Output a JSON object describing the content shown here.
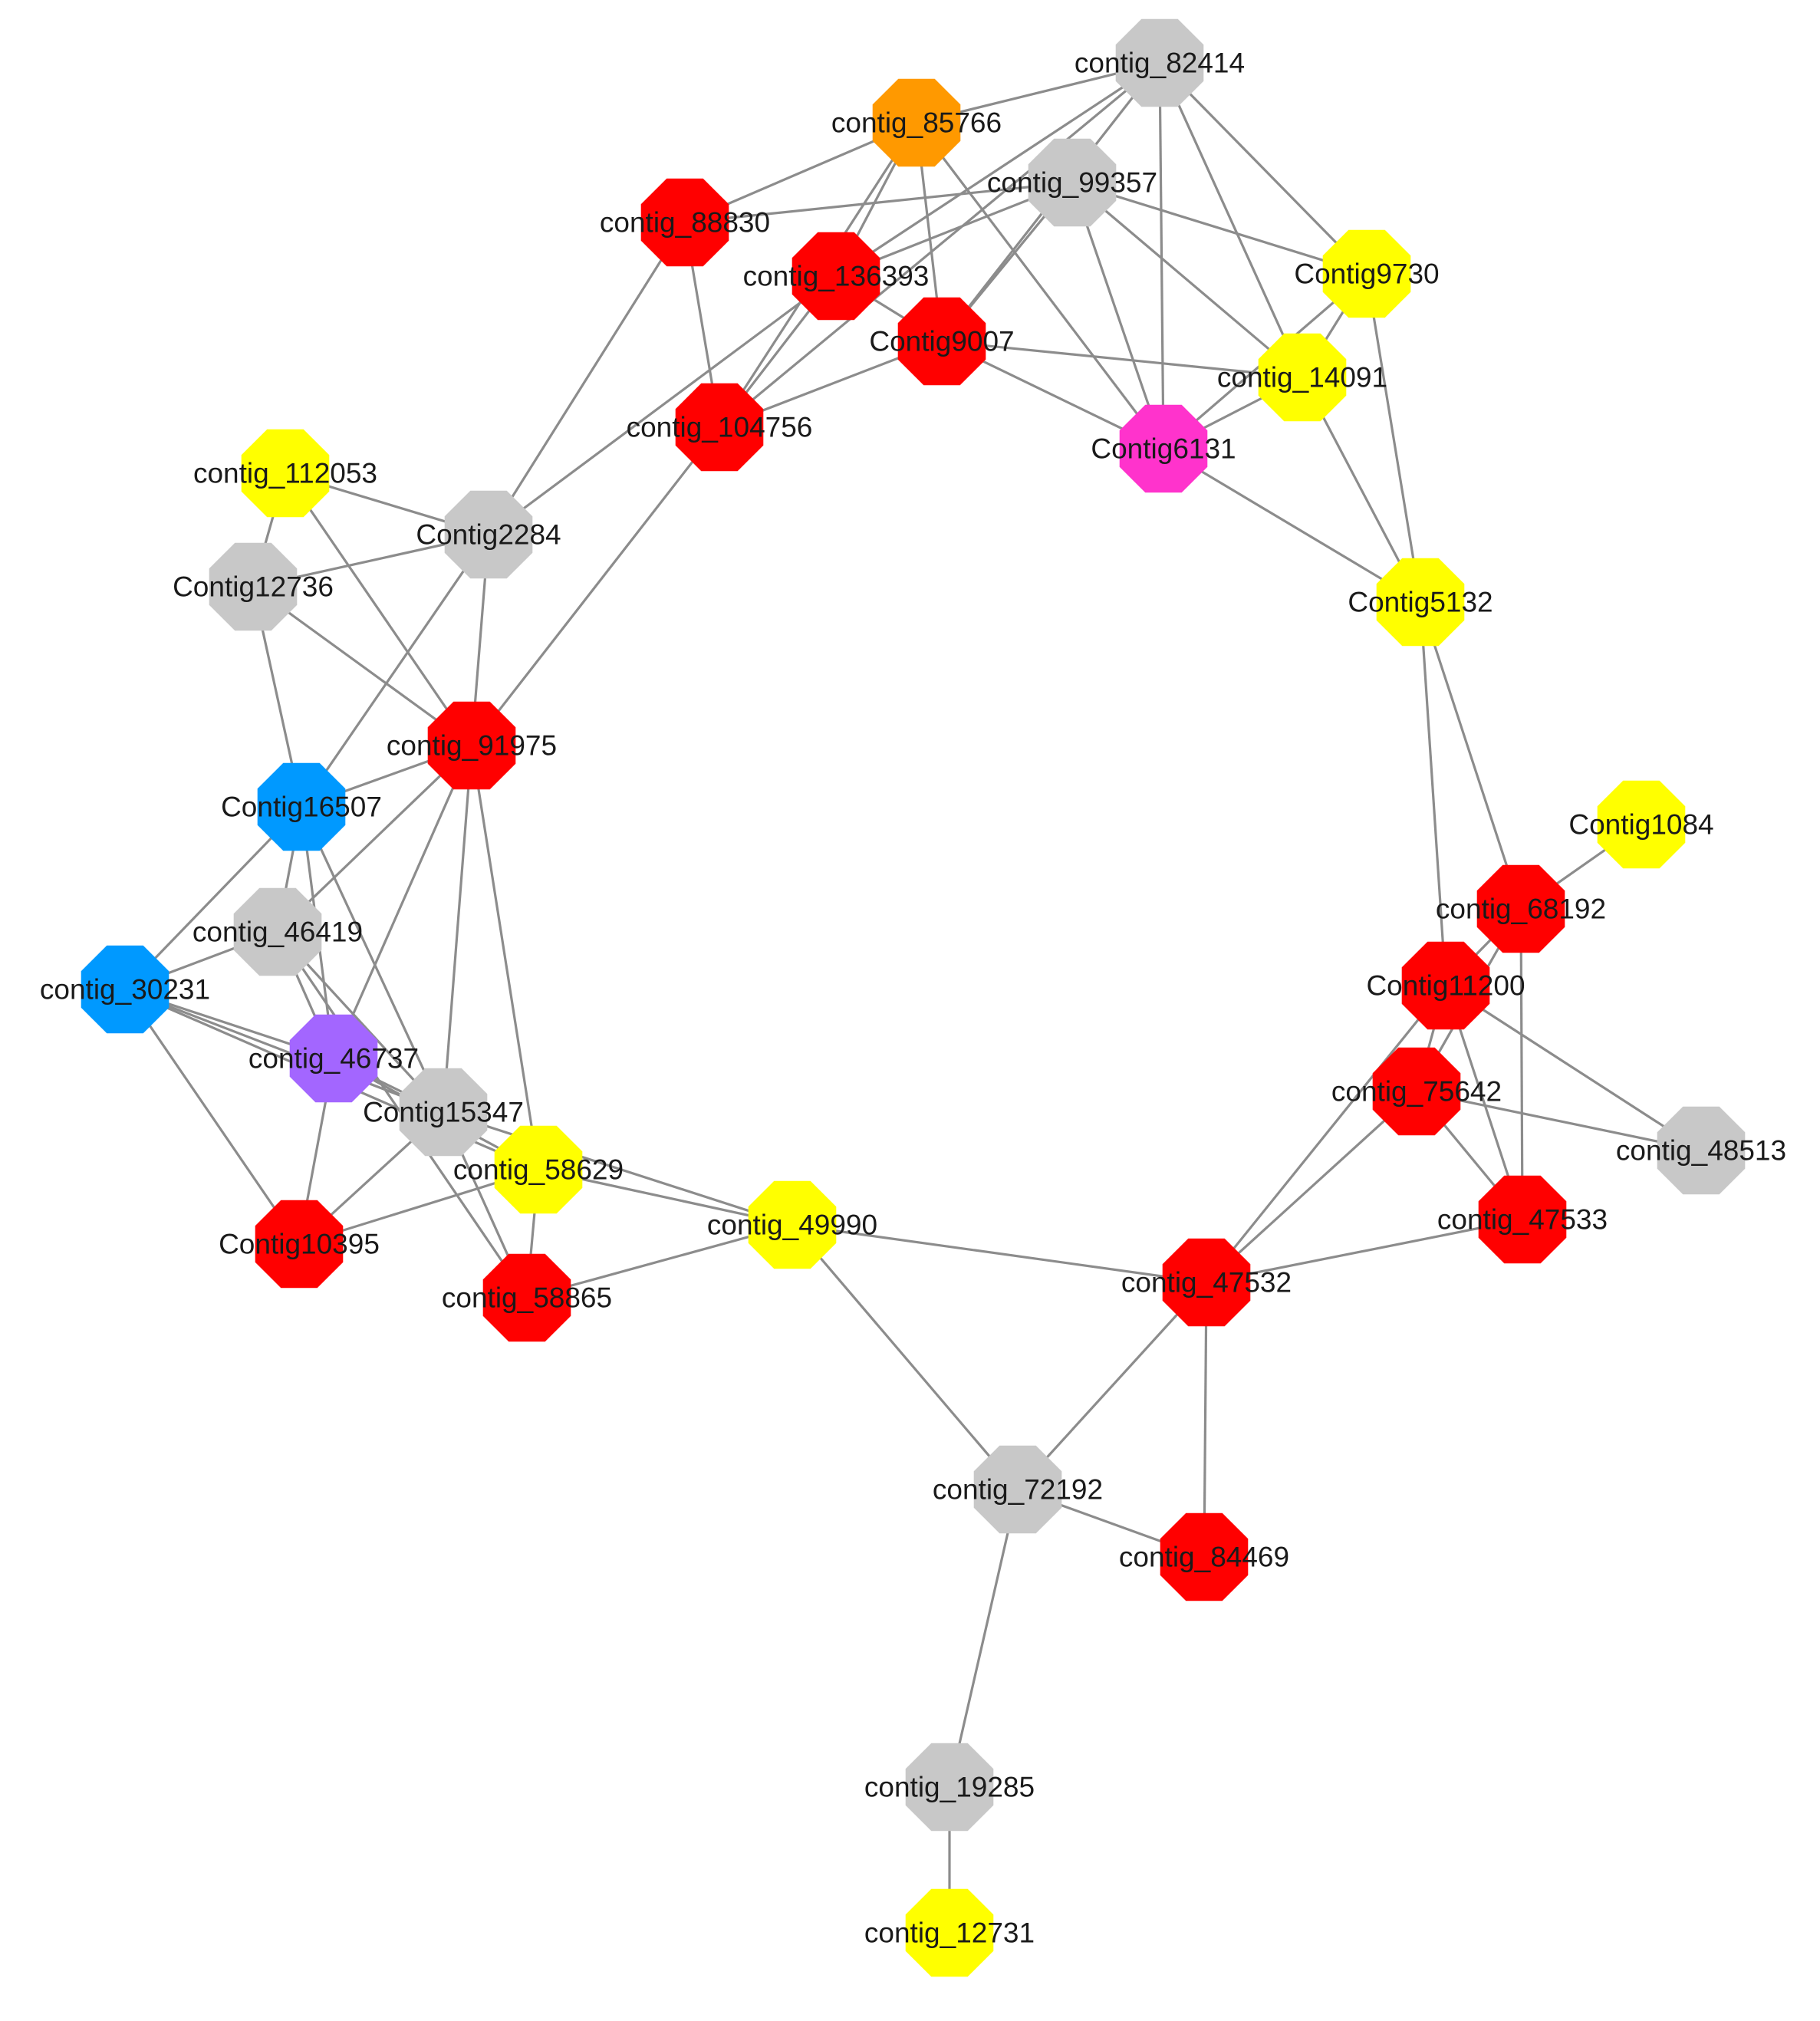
{
  "colors": {
    "red": "#ff0000",
    "yellow": "#ffff00",
    "gray": "#c8c8c8",
    "blue": "#0099ff",
    "orange": "#ff9900",
    "magenta": "#ff33cc",
    "purple": "#a366ff",
    "edge": "#8c8c8c"
  },
  "nodes": [
    {
      "id": "contig_82414",
      "label": "contig_82414",
      "color": "gray"
    },
    {
      "id": "contig_85766",
      "label": "contig_85766",
      "color": "orange"
    },
    {
      "id": "contig_99357",
      "label": "contig_99357",
      "color": "gray"
    },
    {
      "id": "contig_88830",
      "label": "contig_88830",
      "color": "red"
    },
    {
      "id": "contig_136393",
      "label": "contig_136393",
      "color": "red"
    },
    {
      "id": "Contig9730",
      "label": "Contig9730",
      "color": "yellow"
    },
    {
      "id": "Contig9007",
      "label": "Contig9007",
      "color": "red"
    },
    {
      "id": "contig_14091",
      "label": "contig_14091",
      "color": "yellow"
    },
    {
      "id": "contig_104756",
      "label": "contig_104756",
      "color": "red"
    },
    {
      "id": "Contig6131",
      "label": "Contig6131",
      "color": "magenta"
    },
    {
      "id": "contig_112053",
      "label": "contig_112053",
      "color": "yellow"
    },
    {
      "id": "Contig2284",
      "label": "Contig2284",
      "color": "gray"
    },
    {
      "id": "Contig12736",
      "label": "Contig12736",
      "color": "gray"
    },
    {
      "id": "Contig5132",
      "label": "Contig5132",
      "color": "yellow"
    },
    {
      "id": "contig_91975",
      "label": "contig_91975",
      "color": "red"
    },
    {
      "id": "Contig16507",
      "label": "Contig16507",
      "color": "blue"
    },
    {
      "id": "Contig1084",
      "label": "Contig1084",
      "color": "yellow"
    },
    {
      "id": "contig_68192",
      "label": "contig_68192",
      "color": "red"
    },
    {
      "id": "contig_46419",
      "label": "contig_46419",
      "color": "gray"
    },
    {
      "id": "Contig11200",
      "label": "Contig11200",
      "color": "red"
    },
    {
      "id": "contig_30231",
      "label": "contig_30231",
      "color": "blue"
    },
    {
      "id": "contig_46737",
      "label": "contig_46737",
      "color": "purple"
    },
    {
      "id": "contig_75642",
      "label": "contig_75642",
      "color": "red"
    },
    {
      "id": "Contig15347",
      "label": "Contig15347",
      "color": "gray"
    },
    {
      "id": "contig_48513",
      "label": "contig_48513",
      "color": "gray"
    },
    {
      "id": "contig_58629",
      "label": "contig_58629",
      "color": "yellow"
    },
    {
      "id": "contig_49990",
      "label": "contig_49990",
      "color": "yellow"
    },
    {
      "id": "contig_47533",
      "label": "contig_47533",
      "color": "red"
    },
    {
      "id": "Contig10395",
      "label": "Contig10395",
      "color": "red"
    },
    {
      "id": "contig_47532",
      "label": "contig_47532",
      "color": "red"
    },
    {
      "id": "contig_58865",
      "label": "contig_58865",
      "color": "red"
    },
    {
      "id": "contig_72192",
      "label": "contig_72192",
      "color": "gray"
    },
    {
      "id": "contig_84469",
      "label": "contig_84469",
      "color": "red"
    },
    {
      "id": "contig_19285",
      "label": "contig_19285",
      "color": "gray"
    },
    {
      "id": "contig_12731",
      "label": "contig_12731",
      "color": "yellow"
    }
  ],
  "edges": [
    [
      "contig_85766",
      "contig_82414"
    ],
    [
      "contig_88830",
      "contig_85766"
    ],
    [
      "contig_88830",
      "contig_99357"
    ],
    [
      "contig_88830",
      "contig_104756"
    ],
    [
      "contig_88830",
      "Contig2284"
    ],
    [
      "contig_85766",
      "contig_136393"
    ],
    [
      "contig_85766",
      "contig_104756"
    ],
    [
      "contig_85766",
      "Contig9007"
    ],
    [
      "contig_85766",
      "Contig6131"
    ],
    [
      "contig_82414",
      "contig_136393"
    ],
    [
      "contig_82414",
      "Contig9007"
    ],
    [
      "contig_82414",
      "contig_104756"
    ],
    [
      "contig_82414",
      "Contig9730"
    ],
    [
      "contig_82414",
      "contig_14091"
    ],
    [
      "contig_82414",
      "Contig6131"
    ],
    [
      "contig_99357",
      "contig_136393"
    ],
    [
      "contig_99357",
      "Contig9007"
    ],
    [
      "contig_99357",
      "Contig9730"
    ],
    [
      "contig_99357",
      "contig_14091"
    ],
    [
      "contig_99357",
      "Contig6131"
    ],
    [
      "contig_136393",
      "Contig9007"
    ],
    [
      "contig_136393",
      "contig_104756"
    ],
    [
      "contig_136393",
      "Contig2284"
    ],
    [
      "Contig9007",
      "contig_104756"
    ],
    [
      "Contig9007",
      "contig_14091"
    ],
    [
      "Contig9007",
      "Contig6131"
    ],
    [
      "Contig9730",
      "contig_14091"
    ],
    [
      "Contig9730",
      "Contig6131"
    ],
    [
      "Contig9730",
      "Contig5132"
    ],
    [
      "contig_14091",
      "Contig6131"
    ],
    [
      "contig_14091",
      "Contig5132"
    ],
    [
      "Contig6131",
      "Contig5132"
    ],
    [
      "contig_104756",
      "contig_91975"
    ],
    [
      "contig_112053",
      "Contig2284"
    ],
    [
      "contig_112053",
      "Contig12736"
    ],
    [
      "contig_112053",
      "contig_91975"
    ],
    [
      "Contig2284",
      "Contig12736"
    ],
    [
      "Contig2284",
      "contig_91975"
    ],
    [
      "Contig2284",
      "Contig16507"
    ],
    [
      "Contig12736",
      "contig_91975"
    ],
    [
      "Contig12736",
      "Contig16507"
    ],
    [
      "contig_91975",
      "Contig16507"
    ],
    [
      "contig_91975",
      "contig_46419"
    ],
    [
      "contig_91975",
      "contig_46737"
    ],
    [
      "contig_91975",
      "Contig15347"
    ],
    [
      "contig_91975",
      "contig_58629"
    ],
    [
      "Contig16507",
      "contig_46419"
    ],
    [
      "Contig16507",
      "contig_30231"
    ],
    [
      "Contig16507",
      "contig_46737"
    ],
    [
      "Contig16507",
      "Contig15347"
    ],
    [
      "contig_46419",
      "contig_30231"
    ],
    [
      "contig_46419",
      "contig_46737"
    ],
    [
      "contig_46419",
      "Contig15347"
    ],
    [
      "contig_46419",
      "contig_58865"
    ],
    [
      "contig_30231",
      "contig_46737"
    ],
    [
      "contig_30231",
      "Contig15347"
    ],
    [
      "contig_30231",
      "contig_58629"
    ],
    [
      "contig_30231",
      "Contig10395"
    ],
    [
      "contig_46737",
      "Contig15347"
    ],
    [
      "contig_46737",
      "contig_58629"
    ],
    [
      "contig_46737",
      "Contig10395"
    ],
    [
      "Contig15347",
      "Contig10395"
    ],
    [
      "Contig15347",
      "contig_58865"
    ],
    [
      "Contig15347",
      "contig_49990"
    ],
    [
      "contig_58629",
      "contig_58865"
    ],
    [
      "contig_58629",
      "Contig10395"
    ],
    [
      "contig_58629",
      "contig_49990"
    ],
    [
      "contig_49990",
      "contig_58865"
    ],
    [
      "contig_49990",
      "contig_47532"
    ],
    [
      "contig_49990",
      "contig_72192"
    ],
    [
      "Contig5132",
      "contig_68192"
    ],
    [
      "Contig5132",
      "Contig11200"
    ],
    [
      "Contig1084",
      "contig_68192"
    ],
    [
      "contig_68192",
      "Contig11200"
    ],
    [
      "contig_68192",
      "contig_75642"
    ],
    [
      "contig_68192",
      "contig_47533"
    ],
    [
      "Contig11200",
      "contig_75642"
    ],
    [
      "Contig11200",
      "contig_48513"
    ],
    [
      "Contig11200",
      "contig_47533"
    ],
    [
      "Contig11200",
      "contig_47532"
    ],
    [
      "contig_75642",
      "contig_48513"
    ],
    [
      "contig_75642",
      "contig_47533"
    ],
    [
      "contig_75642",
      "contig_47532"
    ],
    [
      "contig_47533",
      "contig_47532"
    ],
    [
      "contig_47532",
      "contig_72192"
    ],
    [
      "contig_47532",
      "contig_84469"
    ],
    [
      "contig_72192",
      "contig_84469"
    ],
    [
      "contig_72192",
      "contig_19285"
    ],
    [
      "contig_19285",
      "contig_12731"
    ]
  ]
}
